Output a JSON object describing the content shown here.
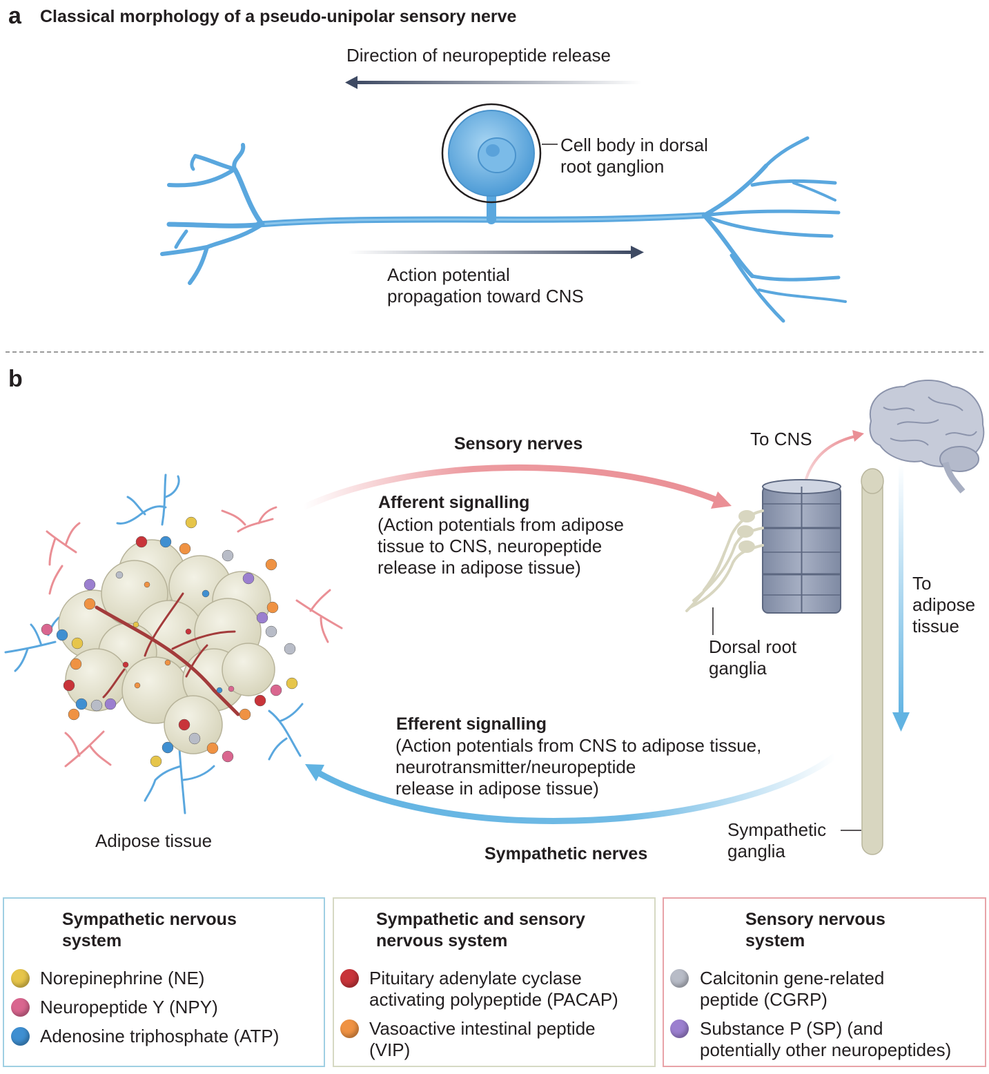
{
  "panel_a": {
    "letter": "a",
    "title": "Classical morphology of a pseudo-unipolar sensory nerve",
    "release_label": "Direction of neuropeptide release",
    "cell_body_label": [
      "Cell body in dorsal",
      "root ganglion"
    ],
    "action_label": [
      "Action potential",
      "propagation toward CNS"
    ]
  },
  "panel_b": {
    "letter": "b",
    "sensory_nerves": "Sensory nerves",
    "afferent_title": "Afferent signalling",
    "afferent_text": [
      "(Action potentials from adipose",
      "tissue to CNS, neuropeptide",
      "release in adipose tissue)"
    ],
    "to_cns": "To CNS",
    "to_adipose": [
      "To",
      "adipose",
      "tissue"
    ],
    "drg_label": [
      "Dorsal root",
      "ganglia"
    ],
    "efferent_title": "Efferent signalling",
    "efferent_text": [
      "(Action potentials from CNS to adipose tissue,",
      "neurotransmitter/neuropeptide",
      "release in adipose tissue)"
    ],
    "sympathetic_nerves": "Sympathetic nerves",
    "sympathetic_ganglia": [
      "Sympathetic",
      "ganglia"
    ],
    "adipose_label": "Adipose tissue"
  },
  "legend": [
    {
      "title": [
        "Sympathetic nervous",
        "system"
      ],
      "border_color": "#9fcfe3",
      "items": [
        {
          "label": [
            "Norepinephrine (NE)"
          ],
          "color": "#e6c54a"
        },
        {
          "label": [
            "Neuropeptide Y (NPY)"
          ],
          "color": "#d9668f"
        },
        {
          "label": [
            "Adenosine triphosphate (ATP)"
          ],
          "color": "#3f8fd1"
        }
      ]
    },
    {
      "title": [
        "Sympathetic and sensory",
        "nervous system"
      ],
      "border_color": "#d6d9c3",
      "items": [
        {
          "label": [
            "Pituitary adenylate cyclase",
            "activating polypeptide (PACAP)"
          ],
          "color": "#c8343a"
        },
        {
          "label": [
            "Vasoactive intestinal peptide",
            "(VIP)"
          ],
          "color": "#ef9243"
        }
      ]
    },
    {
      "title": [
        "Sensory nervous",
        "system"
      ],
      "border_color": "#e8a3a8",
      "items": [
        {
          "label": [
            "Calcitonin gene-related",
            "peptide (CGRP)"
          ],
          "color": "#b8bcc7"
        },
        {
          "label": [
            "Substance P (SP) (and",
            "potentially other neuropeptides)"
          ],
          "color": "#9b7fcf"
        }
      ]
    }
  ],
  "colors": {
    "neuron_blue": "#5aa7de",
    "arrow_dark": "#3e4a63",
    "sensory_pink": "#ea8f95",
    "sympathetic_blue": "#61b3e2",
    "ganglion_chain": "#d8d6c0",
    "adipocyte": "#e2e0cd"
  }
}
